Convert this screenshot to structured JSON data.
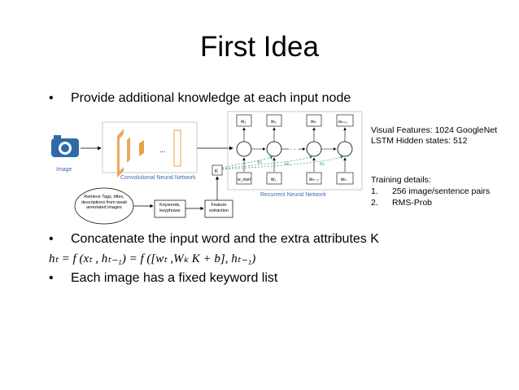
{
  "slide": {
    "title": "First Idea",
    "bullets": [
      {
        "marker": "•",
        "text": "Provide additional knowledge at each input node"
      },
      {
        "marker": "•",
        "text": "Concatenate the input word and the extra attributes K"
      },
      {
        "marker": "•",
        "text": "Each image has a fixed keyword list"
      }
    ],
    "formula": "h_t = f(x_t, h_{t-1}) = f([w_t, W_k K + b], h_{t-1})",
    "formula_display": "hₜ = f (xₜ , hₜ₋₁) = f ([wₜ ,Wₖ K + b], hₜ₋₁)"
  },
  "side_notes": {
    "visual_features": "Visual Features: 1024 GoogleNet",
    "lstm_hidden": "LSTM Hidden states: 512",
    "training_title": "Training details:",
    "training_items": [
      {
        "num": "1.",
        "text": "256 image/sentence pairs"
      },
      {
        "num": "2.",
        "text": "RMS-Prob"
      }
    ]
  },
  "diagram": {
    "image_label": "Image",
    "cnn_label": "Convolutional Neural Network",
    "cnn_dots": "...",
    "rnn_label": "Recurrent Neural Network",
    "k_label": "K",
    "rnn_dots": "· · ·",
    "source_box": "Retrieve Tags, titles, descriptions from weak annotated images",
    "keywords_box": "Keywords, keyphrase",
    "feature_box": "Feature extraction",
    "top_words": [
      "w₁",
      "w₂",
      "wₙ",
      "wₙ₊₁"
    ],
    "bottom_words": [
      "w_start",
      "w₁",
      "wₙ₋₁",
      "wₙ"
    ],
    "k_weights": [
      "Wₖ",
      "Wₖ",
      "Wₖ"
    ]
  },
  "colors": {
    "background": "#ffffff",
    "text": "#000000",
    "cnn_orange": "#e8a04a",
    "label_blue": "#3f6fb0",
    "dashed_green": "#3a9a6a"
  }
}
